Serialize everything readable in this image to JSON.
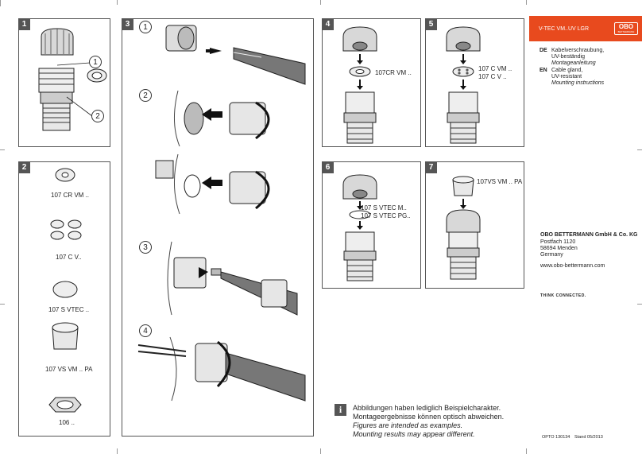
{
  "panels": {
    "p1": {
      "num": "1",
      "callouts": [
        "1",
        "2"
      ]
    },
    "p2": {
      "num": "2",
      "labels": [
        "107 CR VM ..",
        "107 C V..",
        "107 S VTEC ..",
        "107 VS VM .. PA",
        "106 .."
      ]
    },
    "p3": {
      "num": "3",
      "steps": [
        "1",
        "2",
        "3",
        "4"
      ]
    },
    "p4": {
      "num": "4",
      "label": "107CR VM .."
    },
    "p5": {
      "num": "5",
      "label1": "107 C VM ..",
      "label2": "107 C V .."
    },
    "p6": {
      "num": "6",
      "label1": "107 S VTEC M..",
      "label2": "107 S VTEC PG.."
    },
    "p7": {
      "num": "7",
      "label": "107VS VM .. PA"
    }
  },
  "sidebar": {
    "title": "V-TEC VM..UV LGR",
    "logo": "OBO",
    "logo_sub": "BETTERMANN",
    "de_code": "DE",
    "de_line1": "Kabelverschraubung,",
    "de_line2": "UV-beständig",
    "de_line3": "Montageanleitung",
    "en_code": "EN",
    "en_line1": "Cable gland,",
    "en_line2": "UV-resistant",
    "en_line3": "Mounting instructions",
    "company": "OBO BETTERMANN GmbH & Co. KG",
    "addr1": "Postfach 1120",
    "addr2": "58694 Menden",
    "addr3": "Germany",
    "web": "www.obo-bettermann.com",
    "slogan": "THINK CONNECTED.",
    "footer_code": "OPTO 130134",
    "footer_date": "Stand 05/2013"
  },
  "note": {
    "icon": "i",
    "de1": "Abbildungen haben lediglich Beispielcharakter.",
    "de2": "Montageergebnisse können optisch abweichen.",
    "en1": "Figures are intended as examples.",
    "en2": "Mounting results may appear different."
  },
  "colors": {
    "accent": "#e84a1e",
    "panel_number": "#555555"
  }
}
